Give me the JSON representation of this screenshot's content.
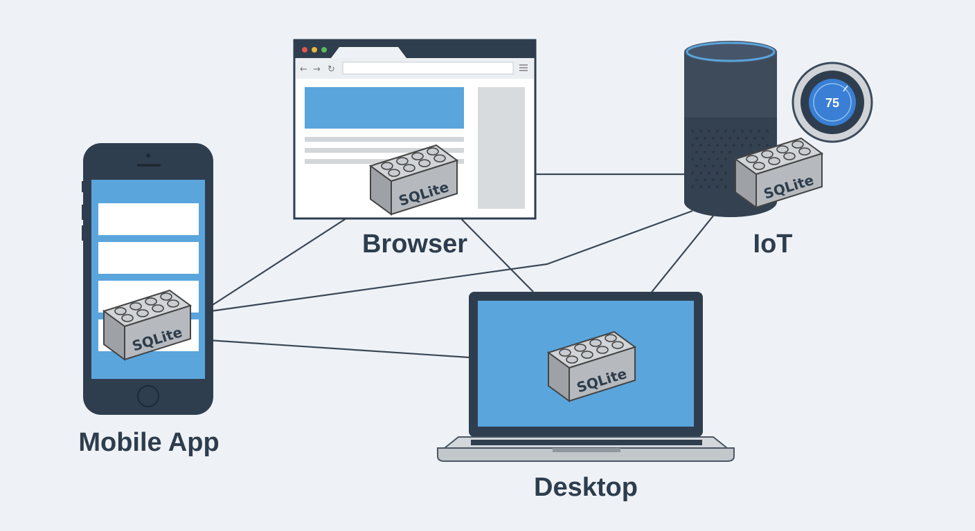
{
  "labels": {
    "browser": "Browser",
    "iot": "IoT",
    "mobile": "Mobile App",
    "desktop": "Desktop"
  },
  "brick_text": "SQLite",
  "thermostat_value": "75",
  "colors": {
    "background": "#eef2f6",
    "dark": "#2f3e4f",
    "screen_blue": "#5aa5dc",
    "brick": "#b8bcc0",
    "line": "#3a4655",
    "label": "#2e3d4d"
  }
}
